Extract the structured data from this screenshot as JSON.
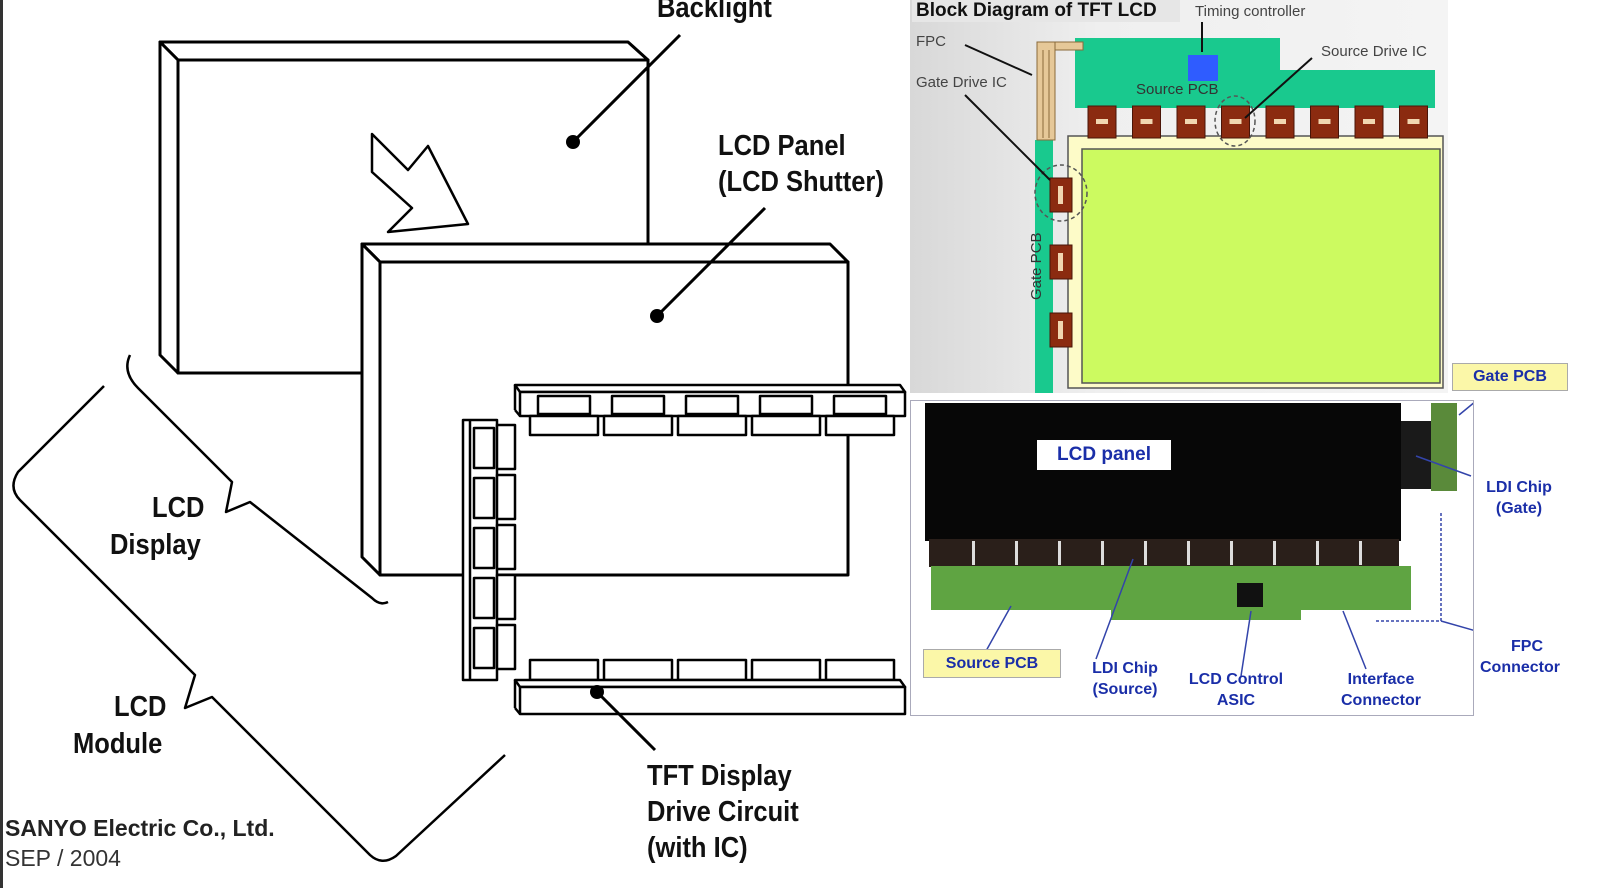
{
  "left_diagram": {
    "backlight": "Backlight",
    "lcd_panel": [
      "LCD Panel",
      "(LCD Shutter)"
    ],
    "lcd_display": [
      "LCD",
      "Display"
    ],
    "lcd_module": [
      "LCD",
      "Module"
    ],
    "tft_drive": [
      "TFT Display",
      "Drive Circuit",
      "(with IC)"
    ],
    "company": "SANYO Electric Co., Ltd.",
    "date": "SEP / 2004"
  },
  "block_diagram": {
    "title": "Block Diagram of TFT LCD",
    "timing_controller": "Timing controller",
    "fpc": "FPC",
    "source_drive_ic": "Source Drive IC",
    "gate_drive_ic": "Gate Drive IC",
    "source_pcb": "Source PCB",
    "gate_pcb": "Gate PCB",
    "colors": {
      "pcb": "#19c98e",
      "panel": "#ccfa60",
      "ic": "#8b2b10",
      "timing": "#2f5cff"
    }
  },
  "photo": {
    "lcd_panel": "LCD panel",
    "gate_pcb": "Gate PCB",
    "ldi_gate": [
      "LDI Chip",
      "(Gate)"
    ],
    "fpc_connector": [
      "FPC",
      "Connector"
    ],
    "source_pcb": "Source PCB",
    "ldi_source": [
      "LDI Chip",
      "(Source)"
    ],
    "lcd_control": [
      "LCD Control",
      "ASIC"
    ],
    "interface": [
      "Interface",
      "Connector"
    ]
  }
}
